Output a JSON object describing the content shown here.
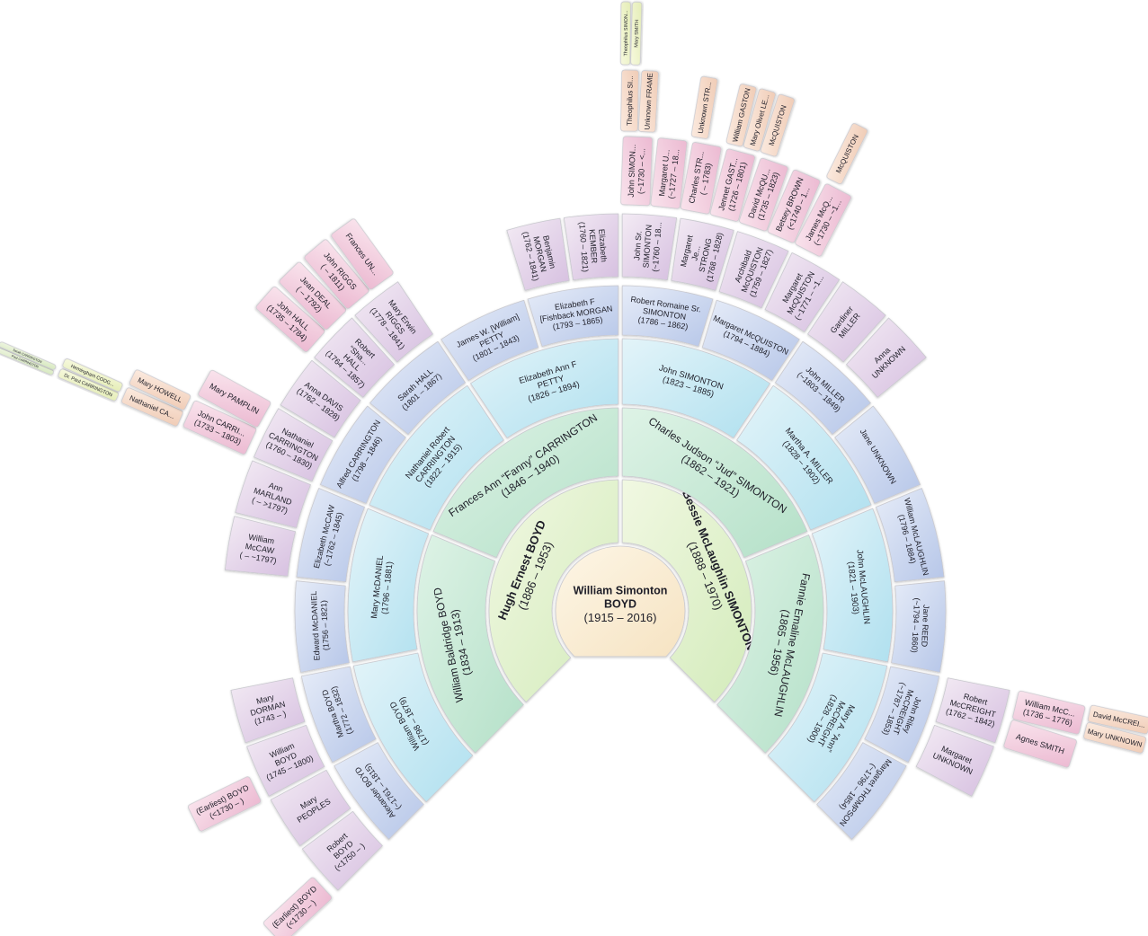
{
  "colors": {
    "gen0": [
      "#fdf6e6",
      "#f6e3c2"
    ],
    "gen1": [
      "#f1f8e2",
      "#d3ebbb"
    ],
    "gen2": [
      "#def3e6",
      "#b4e0c8"
    ],
    "gen3": [
      "#e3f4f9",
      "#b0e0ef"
    ],
    "gen4": [
      "#e6ecf8",
      "#b6c6e8"
    ],
    "gen5": [
      "#f3ebf4",
      "#d6bfe0"
    ],
    "gen6": [
      "#f9e3ec",
      "#ecbad2"
    ],
    "gen7": [
      "#fbeadf",
      "#f0ccb6"
    ],
    "gen8": [
      "#f7f9de",
      "#e4edb6"
    ],
    "gen9": [
      "#eef5e0",
      "#d6e8bf"
    ]
  },
  "people": [
    {
      "n": 1,
      "name": "William Simonton BOYD",
      "dates": "(1915 – 2016)"
    },
    {
      "n": 2,
      "name": "Hugh Ernest BOYD",
      "dates": "(1886 – 1953)"
    },
    {
      "n": 3,
      "name": "Bessie McLaughlin SIMONTON",
      "dates": "(1888 – 1970)"
    },
    {
      "n": 4,
      "name": "William Baldridge BOYD",
      "dates": "(1834 – 1913)"
    },
    {
      "n": 5,
      "name": "Frances Ann “Fanny” CARRINGTON",
      "dates": "(1846 – 1940)"
    },
    {
      "n": 6,
      "name": "Charles Judson “Jud” SIMONTON",
      "dates": "(1862 – 1921)"
    },
    {
      "n": 7,
      "name": "Fannie Emaline McLAUGHLIN",
      "dates": "(1865 – 1956)"
    },
    {
      "n": 8,
      "name": "William BOYD",
      "dates": "(1798 – 1879)"
    },
    {
      "n": 9,
      "name": "Mary McDANIEL",
      "dates": "(1796 – 1881)"
    },
    {
      "n": 10,
      "name": "Nathaniel Robert CARRINGTON",
      "dates": "(1822 – 1915)"
    },
    {
      "n": 11,
      "name": "Elizabeth Ann F PETTY",
      "dates": "(1826 – 1894)"
    },
    {
      "n": 12,
      "name": "John SIMONTON",
      "dates": "(1823 – 1885)"
    },
    {
      "n": 13,
      "name": "Martha A. MILLER",
      "dates": "(1828 – 1902)"
    },
    {
      "n": 14,
      "name": "John McLAUGHLIN",
      "dates": "(1821 – 1903)"
    },
    {
      "n": 15,
      "name": "Mary A. “Ann” McCREIGHT",
      "dates": "(1828 – 1900)"
    },
    {
      "n": 16,
      "name": "Alexander BOYD",
      "dates": "(~1761 – 1815)"
    },
    {
      "n": 17,
      "name": "Martha BOYD",
      "dates": "(1772 – 1832)"
    },
    {
      "n": 18,
      "name": "Edward McDANIEL",
      "dates": "(1756 – 1821)"
    },
    {
      "n": 19,
      "name": "Elizabeth McCAW",
      "dates": "(~1762 – 1845)"
    },
    {
      "n": 20,
      "name": "Alfred CARRINGTON",
      "dates": "(1798 – 1846)"
    },
    {
      "n": 21,
      "name": "Sarah HALL",
      "dates": "(1801 – 1867)"
    },
    {
      "n": 22,
      "name": "James W. [William] PETTY",
      "dates": "(1801 – 1843)"
    },
    {
      "n": 23,
      "name": "Elizabeth F [Fishback MORGAN",
      "dates": "(1793 – 1865)"
    },
    {
      "n": 24,
      "name": "Robert Romaine Sr. SIMONTON",
      "dates": "(1786 – 1862)"
    },
    {
      "n": 25,
      "name": "Margaret McQUISTON",
      "dates": "(1794 – 1884)"
    },
    {
      "n": 26,
      "name": "John MILLER",
      "dates": "(~1803 – 1849)"
    },
    {
      "n": 27,
      "name": "Jane UNKNOWN",
      "dates": ""
    },
    {
      "n": 28,
      "name": "William McLAUGHLIN",
      "dates": "(1796 – 1884)"
    },
    {
      "n": 29,
      "name": "Jane REED",
      "dates": "(~1794 – 1860)"
    },
    {
      "n": 30,
      "name": "John Riley McCREIGHT",
      "dates": "(~1787 – 1853)"
    },
    {
      "n": 31,
      "name": "Margaret THOMPSON",
      "dates": "(~1796 – 1854)"
    },
    {
      "n": 32,
      "name": "Robert BOYD",
      "dates": "(<1750 – )"
    },
    {
      "n": 33,
      "name": "Mary PEOPLES",
      "dates": ""
    },
    {
      "n": 34,
      "name": "William BOYD",
      "dates": "(1745 – 1800)"
    },
    {
      "n": 35,
      "name": "Mary DORMAN",
      "dates": "(1743 – )"
    },
    {
      "n": 38,
      "name": "William McCAW",
      "dates": "( – ~1797)"
    },
    {
      "n": 39,
      "name": "Ann MARLAND",
      "dates": "( – >1797)"
    },
    {
      "n": 40,
      "name": "Nathaniel CARRINGTON",
      "dates": "(1760 – 1830)"
    },
    {
      "n": 41,
      "name": "Anna DAVIS",
      "dates": "(1762 – 1828)"
    },
    {
      "n": 42,
      "name": "Robert “Sha... HALL",
      "dates": "(1764 – 1857)"
    },
    {
      "n": 43,
      "name": "Mary Erwin RIGGS",
      "dates": "(1778 – 1841)"
    },
    {
      "n": 46,
      "name": "Benjamin MORGAN",
      "dates": "(1762 – 1841)"
    },
    {
      "n": 47,
      "name": "Elizabeth KEMBER",
      "dates": "(1760 – 1821)"
    },
    {
      "n": 48,
      "name": "John Sr. SIMONTON",
      "dates": "(~1760 – 18..."
    },
    {
      "n": 49,
      "name": "Margaret Je... STRONG",
      "dates": "(1768 – 1828)"
    },
    {
      "n": 50,
      "name": "Archibald McQUISTON",
      "dates": "(1759 – 1827)"
    },
    {
      "n": 51,
      "name": "Margaret McQUISTON",
      "dates": "(~1771 – ~1..."
    },
    {
      "n": 52,
      "name": "Gardiner MILLER",
      "dates": ""
    },
    {
      "n": 53,
      "name": "Anna UNKNOWN",
      "dates": ""
    },
    {
      "n": 60,
      "name": "Robert McCREIGHT",
      "dates": "(1762 – 1842)"
    },
    {
      "n": 61,
      "name": "Margaret UNKNOWN",
      "dates": ""
    },
    {
      "n": 64,
      "name": "(Earliest) BOYD",
      "dates": "(<1730 – )"
    },
    {
      "n": 68,
      "name": "(Earliest) BOYD",
      "dates": "(<1730 – )"
    },
    {
      "n": 80,
      "name": "John CARRI...",
      "dates": "(1733 – 1803)"
    },
    {
      "n": 81,
      "name": "Mary PAMPLIN",
      "dates": ""
    },
    {
      "n": 84,
      "name": "John HALL",
      "dates": "(1735 – 1784)"
    },
    {
      "n": 85,
      "name": "Jean DEAL",
      "dates": "( – 1792)"
    },
    {
      "n": 86,
      "name": "John RIGGS",
      "dates": "( – 1811)"
    },
    {
      "n": 87,
      "name": "Frances UN...",
      "dates": ""
    },
    {
      "n": 96,
      "name": "John SIMON...",
      "dates": "(~1730 – <..."
    },
    {
      "n": 97,
      "name": "Margaret U...",
      "dates": "(~1727 – 18..."
    },
    {
      "n": 98,
      "name": "Charles STR...",
      "dates": "( – 1783)"
    },
    {
      "n": 99,
      "name": "Jennet GAST...",
      "dates": "(1726 – 1801)"
    },
    {
      "n": 100,
      "name": "David McQU...",
      "dates": "(1735 – 1823)"
    },
    {
      "n": 101,
      "name": "Betsey BROWN",
      "dates": "(<1740 – 1..."
    },
    {
      "n": 102,
      "name": "James McQ...",
      "dates": "(~1730 – ~1..."
    },
    {
      "n": 120,
      "name": "William McC...",
      "dates": "(1736 – 1776)"
    },
    {
      "n": 121,
      "name": "Agnes SMITH",
      "dates": ""
    },
    {
      "n": 160,
      "name": "Nathaniel CA...",
      "dates": ""
    },
    {
      "n": 161,
      "name": "Mary HOWELL",
      "dates": ""
    },
    {
      "n": 192,
      "name": "Theophilus SI...",
      "dates": ""
    },
    {
      "n": 193,
      "name": "Unknown FRAME",
      "dates": ""
    },
    {
      "n": 196,
      "name": "Unknown STR...",
      "dates": ""
    },
    {
      "n": 198,
      "name": "William GASTON",
      "dates": ""
    },
    {
      "n": 199,
      "name": "Mary Olivet LE...",
      "dates": ""
    },
    {
      "n": 200,
      "name": "McQUISTON",
      "dates": ""
    },
    {
      "n": 204,
      "name": "McQUISTON",
      "dates": ""
    },
    {
      "n": 240,
      "name": "David McCREI...",
      "dates": ""
    },
    {
      "n": 241,
      "name": "Mary UNKNOWN",
      "dates": ""
    },
    {
      "n": 320,
      "name": "Dr. Paul CARRINGTON",
      "dates": ""
    },
    {
      "n": 321,
      "name": "Hemingham CODG...",
      "dates": ""
    },
    {
      "n": 384,
      "name": "Theophilus SIMON...",
      "dates": ""
    },
    {
      "n": 385,
      "name": "Mary SMITH",
      "dates": ""
    },
    {
      "n": 640,
      "name": "Paul CARRINGTON",
      "dates": ""
    },
    {
      "n": 641,
      "name": "Sarah CARRINGTON",
      "dates": ""
    }
  ]
}
